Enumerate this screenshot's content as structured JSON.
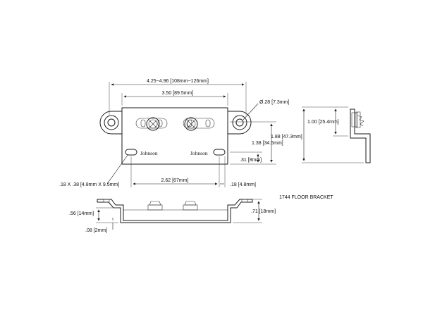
{
  "title": "1744 FLOOR BRACKET",
  "brand": "Johnson",
  "dimensions": {
    "overall_length": "4.25~4.96 [108mm~126mm]",
    "hole_spacing": "3.50 [89.5mm]",
    "hole_diameter": "Ø.28 [7.3mm]",
    "body_height": "1.38 [34.5mm]",
    "slot_offset": ".31 [8mm]",
    "slot_size": ".18 X .38 [4.8mm X 9.5mm]",
    "slot_spacing": "2.62 [67mm]",
    "slot_width": ".18 [4.8mm]",
    "side_upper": "1.00 [25.4mm]",
    "side_total": "1.88 [47.3mm]",
    "front_base": ".56 [14mm]",
    "front_thickness": ".08 [2mm]",
    "front_height": ".71 [18mm]"
  }
}
